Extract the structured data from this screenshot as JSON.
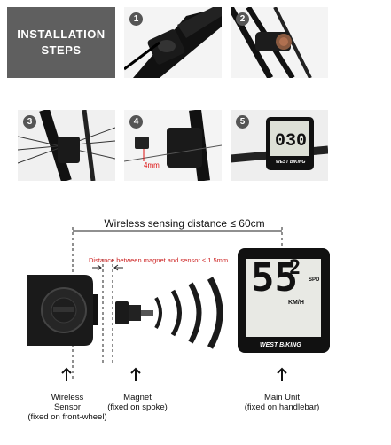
{
  "header": {
    "line1": "INSTALLATION",
    "line2": "STEPS"
  },
  "steps": [
    {
      "number": "1"
    },
    {
      "number": "2"
    },
    {
      "number": "3"
    },
    {
      "number": "4",
      "annotation": "4mm"
    },
    {
      "number": "5",
      "device_brand": "WEST BIKING"
    }
  ],
  "diagram": {
    "distance_label": "Wireless sensing distance ≤ 60cm",
    "gap_label": "Distance between magnet and sensor ≤ 1.5mm",
    "display": {
      "big_digits": "55",
      "small_digits": "2",
      "unit": "KM/H",
      "icon_label": "SPD",
      "brand": "WEST BIKING"
    },
    "labels": [
      {
        "title": "Wireless",
        "line2": "Sensor",
        "line3": "(fixed on front-wheel)"
      },
      {
        "title": "Magnet",
        "line2": "(fixed on spoke)"
      },
      {
        "title": "Main Unit",
        "line2": "(fixed on handlebar)"
      }
    ]
  },
  "colors": {
    "header_bg": "#5f5f5f",
    "badge_bg": "#555555",
    "gap_text": "#cc1f1f"
  }
}
